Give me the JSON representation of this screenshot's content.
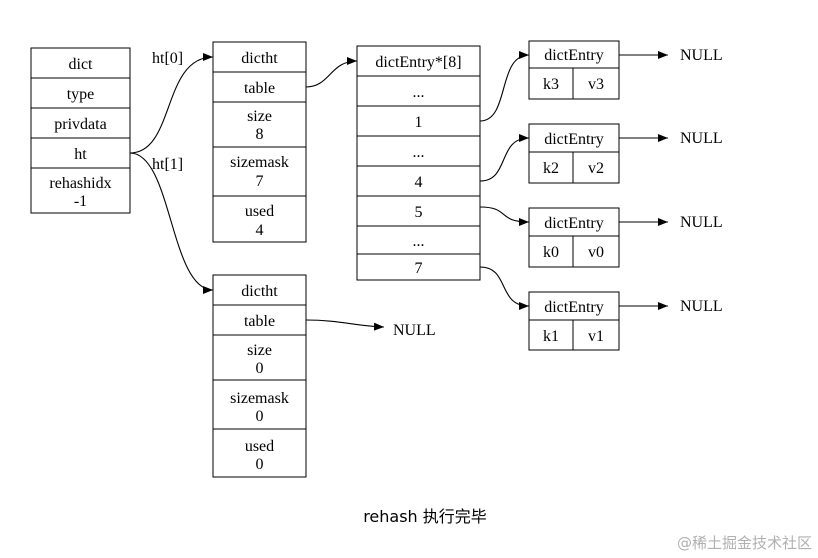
{
  "dict": {
    "fields": [
      "dict",
      "type",
      "privdata",
      "ht"
    ],
    "rehashidx": {
      "label": "rehashidx",
      "value": "-1"
    }
  },
  "edge_labels": {
    "ht0": "ht[0]",
    "ht1": "ht[1]"
  },
  "ht0": {
    "title": "dictht",
    "table": "table",
    "size": {
      "label": "size",
      "value": "8"
    },
    "sizemask": {
      "label": "sizemask",
      "value": "7"
    },
    "used": {
      "label": "used",
      "value": "4"
    }
  },
  "ht1": {
    "title": "dictht",
    "table": "table",
    "size": {
      "label": "size",
      "value": "0"
    },
    "sizemask": {
      "label": "sizemask",
      "value": "0"
    },
    "used": {
      "label": "used",
      "value": "0"
    },
    "table_target": "NULL"
  },
  "table": {
    "title": "dictEntry*[8]",
    "slots": [
      "...",
      "1",
      "...",
      "4",
      "5",
      "...",
      "7"
    ]
  },
  "entries": [
    {
      "title": "dictEntry",
      "key": "k3",
      "value": "v3",
      "next": "NULL"
    },
    {
      "title": "dictEntry",
      "key": "k2",
      "value": "v2",
      "next": "NULL"
    },
    {
      "title": "dictEntry",
      "key": "k0",
      "value": "v0",
      "next": "NULL"
    },
    {
      "title": "dictEntry",
      "key": "k1",
      "value": "v1",
      "next": "NULL"
    }
  ],
  "caption": "rehash 执行完毕",
  "watermark": "@稀土掘金技术社区"
}
